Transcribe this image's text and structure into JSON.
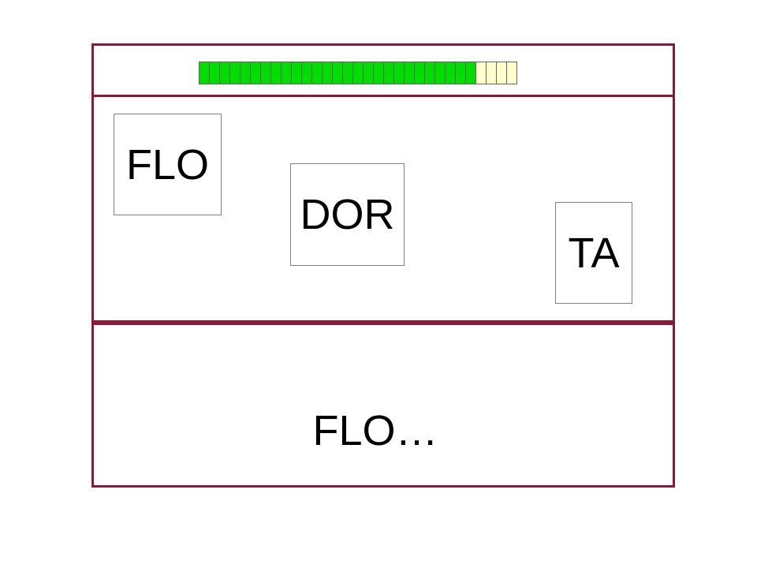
{
  "progress": {
    "completed": 27,
    "remaining": 4,
    "colors": {
      "completed": "#00dd00",
      "remaining": "#ffffcc"
    }
  },
  "choices": [
    {
      "label": "FLO"
    },
    {
      "label": "DOR"
    },
    {
      "label": "TA"
    }
  ],
  "answer": {
    "text": "FLO…"
  },
  "theme": {
    "border": "#8b1a3a"
  }
}
